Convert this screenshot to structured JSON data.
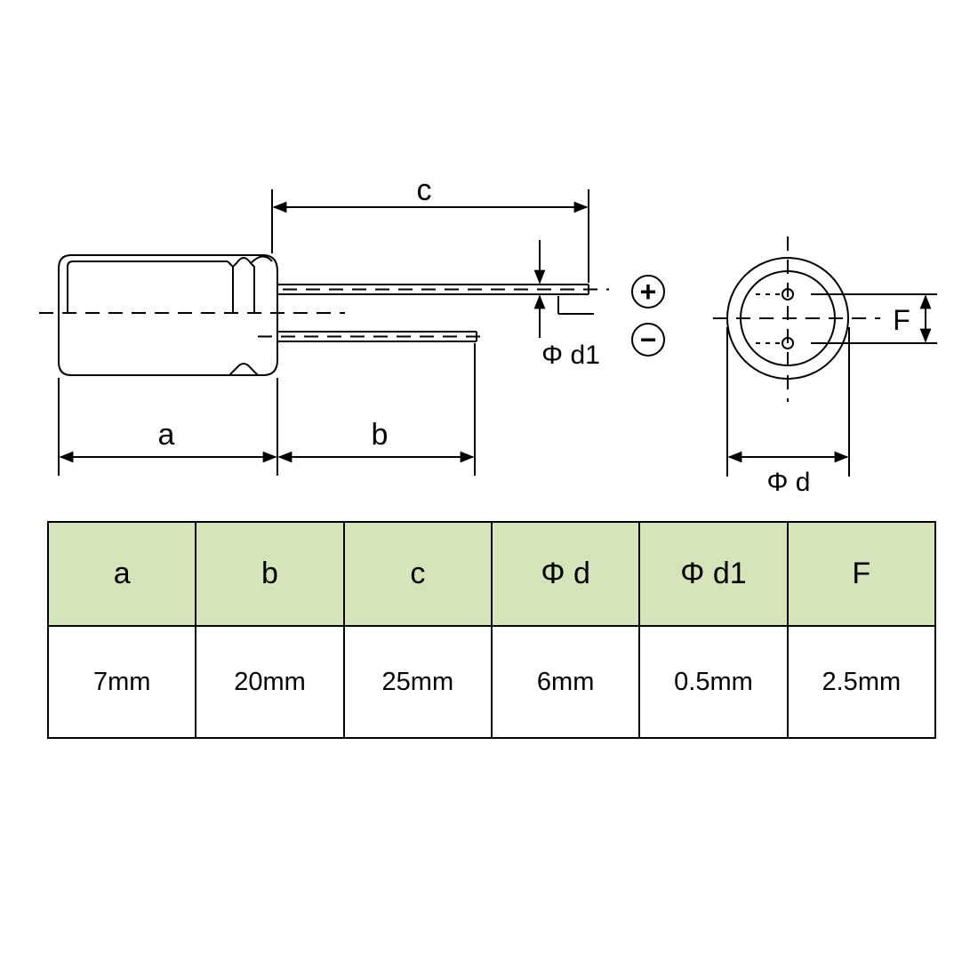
{
  "diagram": {
    "labels": {
      "a": "a",
      "b": "b",
      "c": "c",
      "phi_d1": "Φ d1",
      "phi_d": "Φ d",
      "F": "F"
    },
    "polarity": {
      "positive": "+",
      "negative": "−"
    }
  },
  "table": {
    "headers": [
      "a",
      "b",
      "c",
      "Φ d",
      "Φ d1",
      "F"
    ],
    "values": [
      "7mm",
      "20mm",
      "25mm",
      "6mm",
      "0.5mm",
      "2.5mm"
    ]
  },
  "colors": {
    "header_bg": "#d5e4b9",
    "line": "#000000",
    "background": "#ffffff"
  }
}
